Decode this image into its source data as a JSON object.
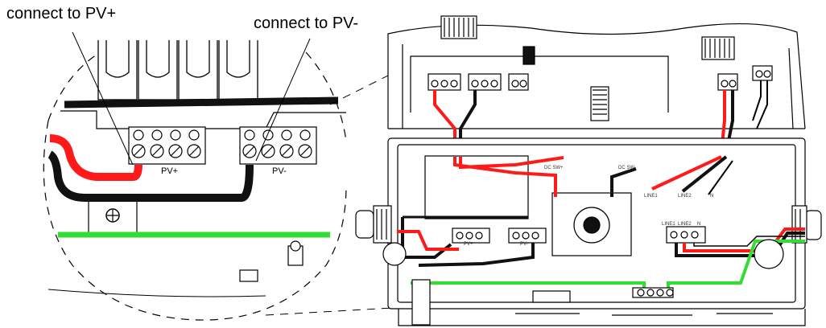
{
  "callouts": {
    "pv_plus": "connect to PV+",
    "pv_minus": "connect to PV-"
  },
  "zoom_labels": {
    "pv_plus": "PV+",
    "pv_minus": "PV-"
  },
  "board_labels": {
    "pv_plus": "PV+",
    "pv_minus": "PV-",
    "dc_plus": "DC SW+",
    "dc_minus": "DC SW-",
    "line1": "LINE1",
    "line2": "LINE2",
    "n": "N",
    "terminal_line1": "LINE1",
    "terminal_line2": "LINE2",
    "terminal_n": "N"
  },
  "colors": {
    "positive_wire": "#ff1a1a",
    "negative_wire": "#111111",
    "ground_wire": "#33dd33",
    "outline": "#000000"
  }
}
